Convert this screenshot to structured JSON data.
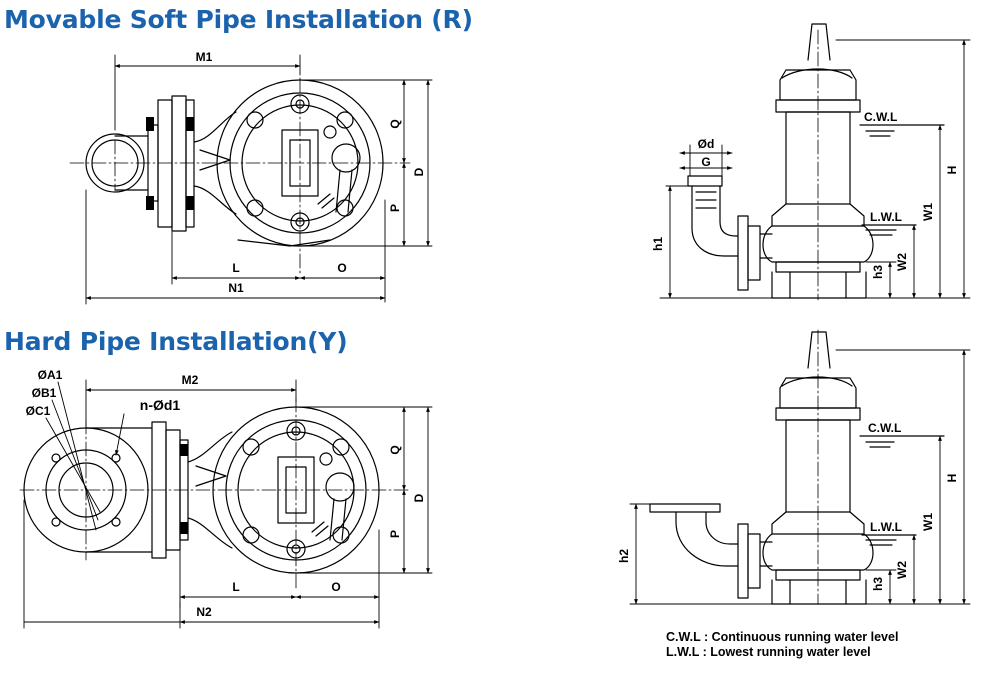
{
  "colors": {
    "title": "#1b63ad",
    "line": "#000000"
  },
  "titles": {
    "soft_pipe": "Movable Soft Pipe Installation (R)",
    "hard_pipe": "Hard Pipe Installation(Y)"
  },
  "plan_r": {
    "M1": "M1",
    "Q": "Q",
    "D": "D",
    "P": "P",
    "L": "L",
    "O": "O",
    "N1": "N1"
  },
  "plan_y": {
    "A1": "ØA1",
    "B1": "ØB1",
    "C1": "ØC1",
    "nd1": "n-Ød1",
    "M2": "M2",
    "Q": "Q",
    "D": "D",
    "P": "P",
    "L": "L",
    "O": "O",
    "N2": "N2"
  },
  "side_r": {
    "d": "Ød",
    "G": "G",
    "h1": "h1",
    "h3": "h3",
    "W2": "W2",
    "W1": "W1",
    "H": "H",
    "cwl": "C.W.L",
    "lwl": "L.W.L"
  },
  "side_y": {
    "h2": "h2",
    "h3": "h3",
    "W2": "W2",
    "W1": "W1",
    "H": "H",
    "cwl": "C.W.L",
    "lwl": "L.W.L"
  },
  "legend": {
    "cwl": "C.W.L : Continuous running water level",
    "lwl": "L.W.L :  Lowest running water level"
  }
}
